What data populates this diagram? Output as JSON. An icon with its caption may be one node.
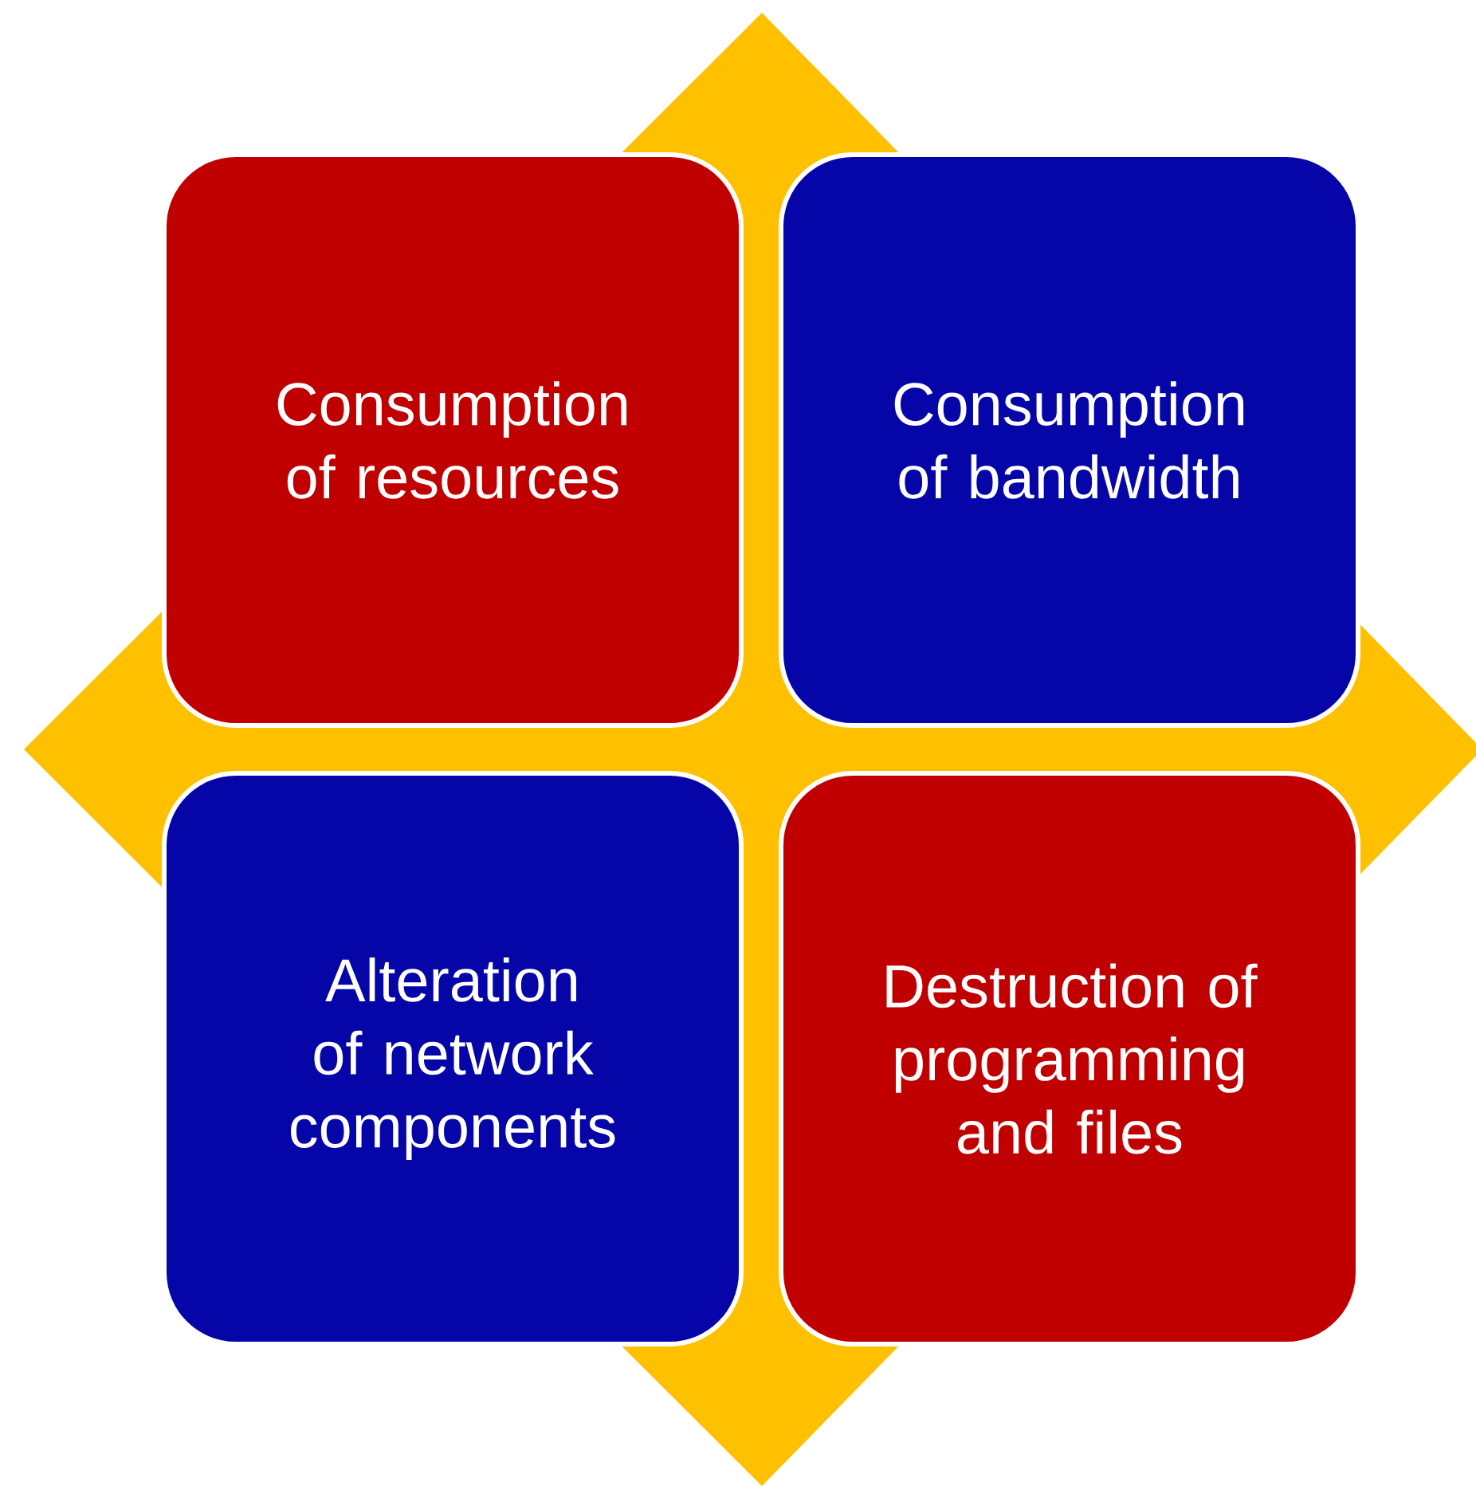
{
  "diagram": {
    "nodes": [
      {
        "text": [
          "Consumption of resources"
        ]
      },
      {
        "text": [
          "Consumption of bandwidth"
        ]
      },
      {
        "text": [
          "Alteration of network components"
        ]
      },
      {
        "text": [
          "Destruction of programming and files"
        ]
      }
    ]
  }
}
